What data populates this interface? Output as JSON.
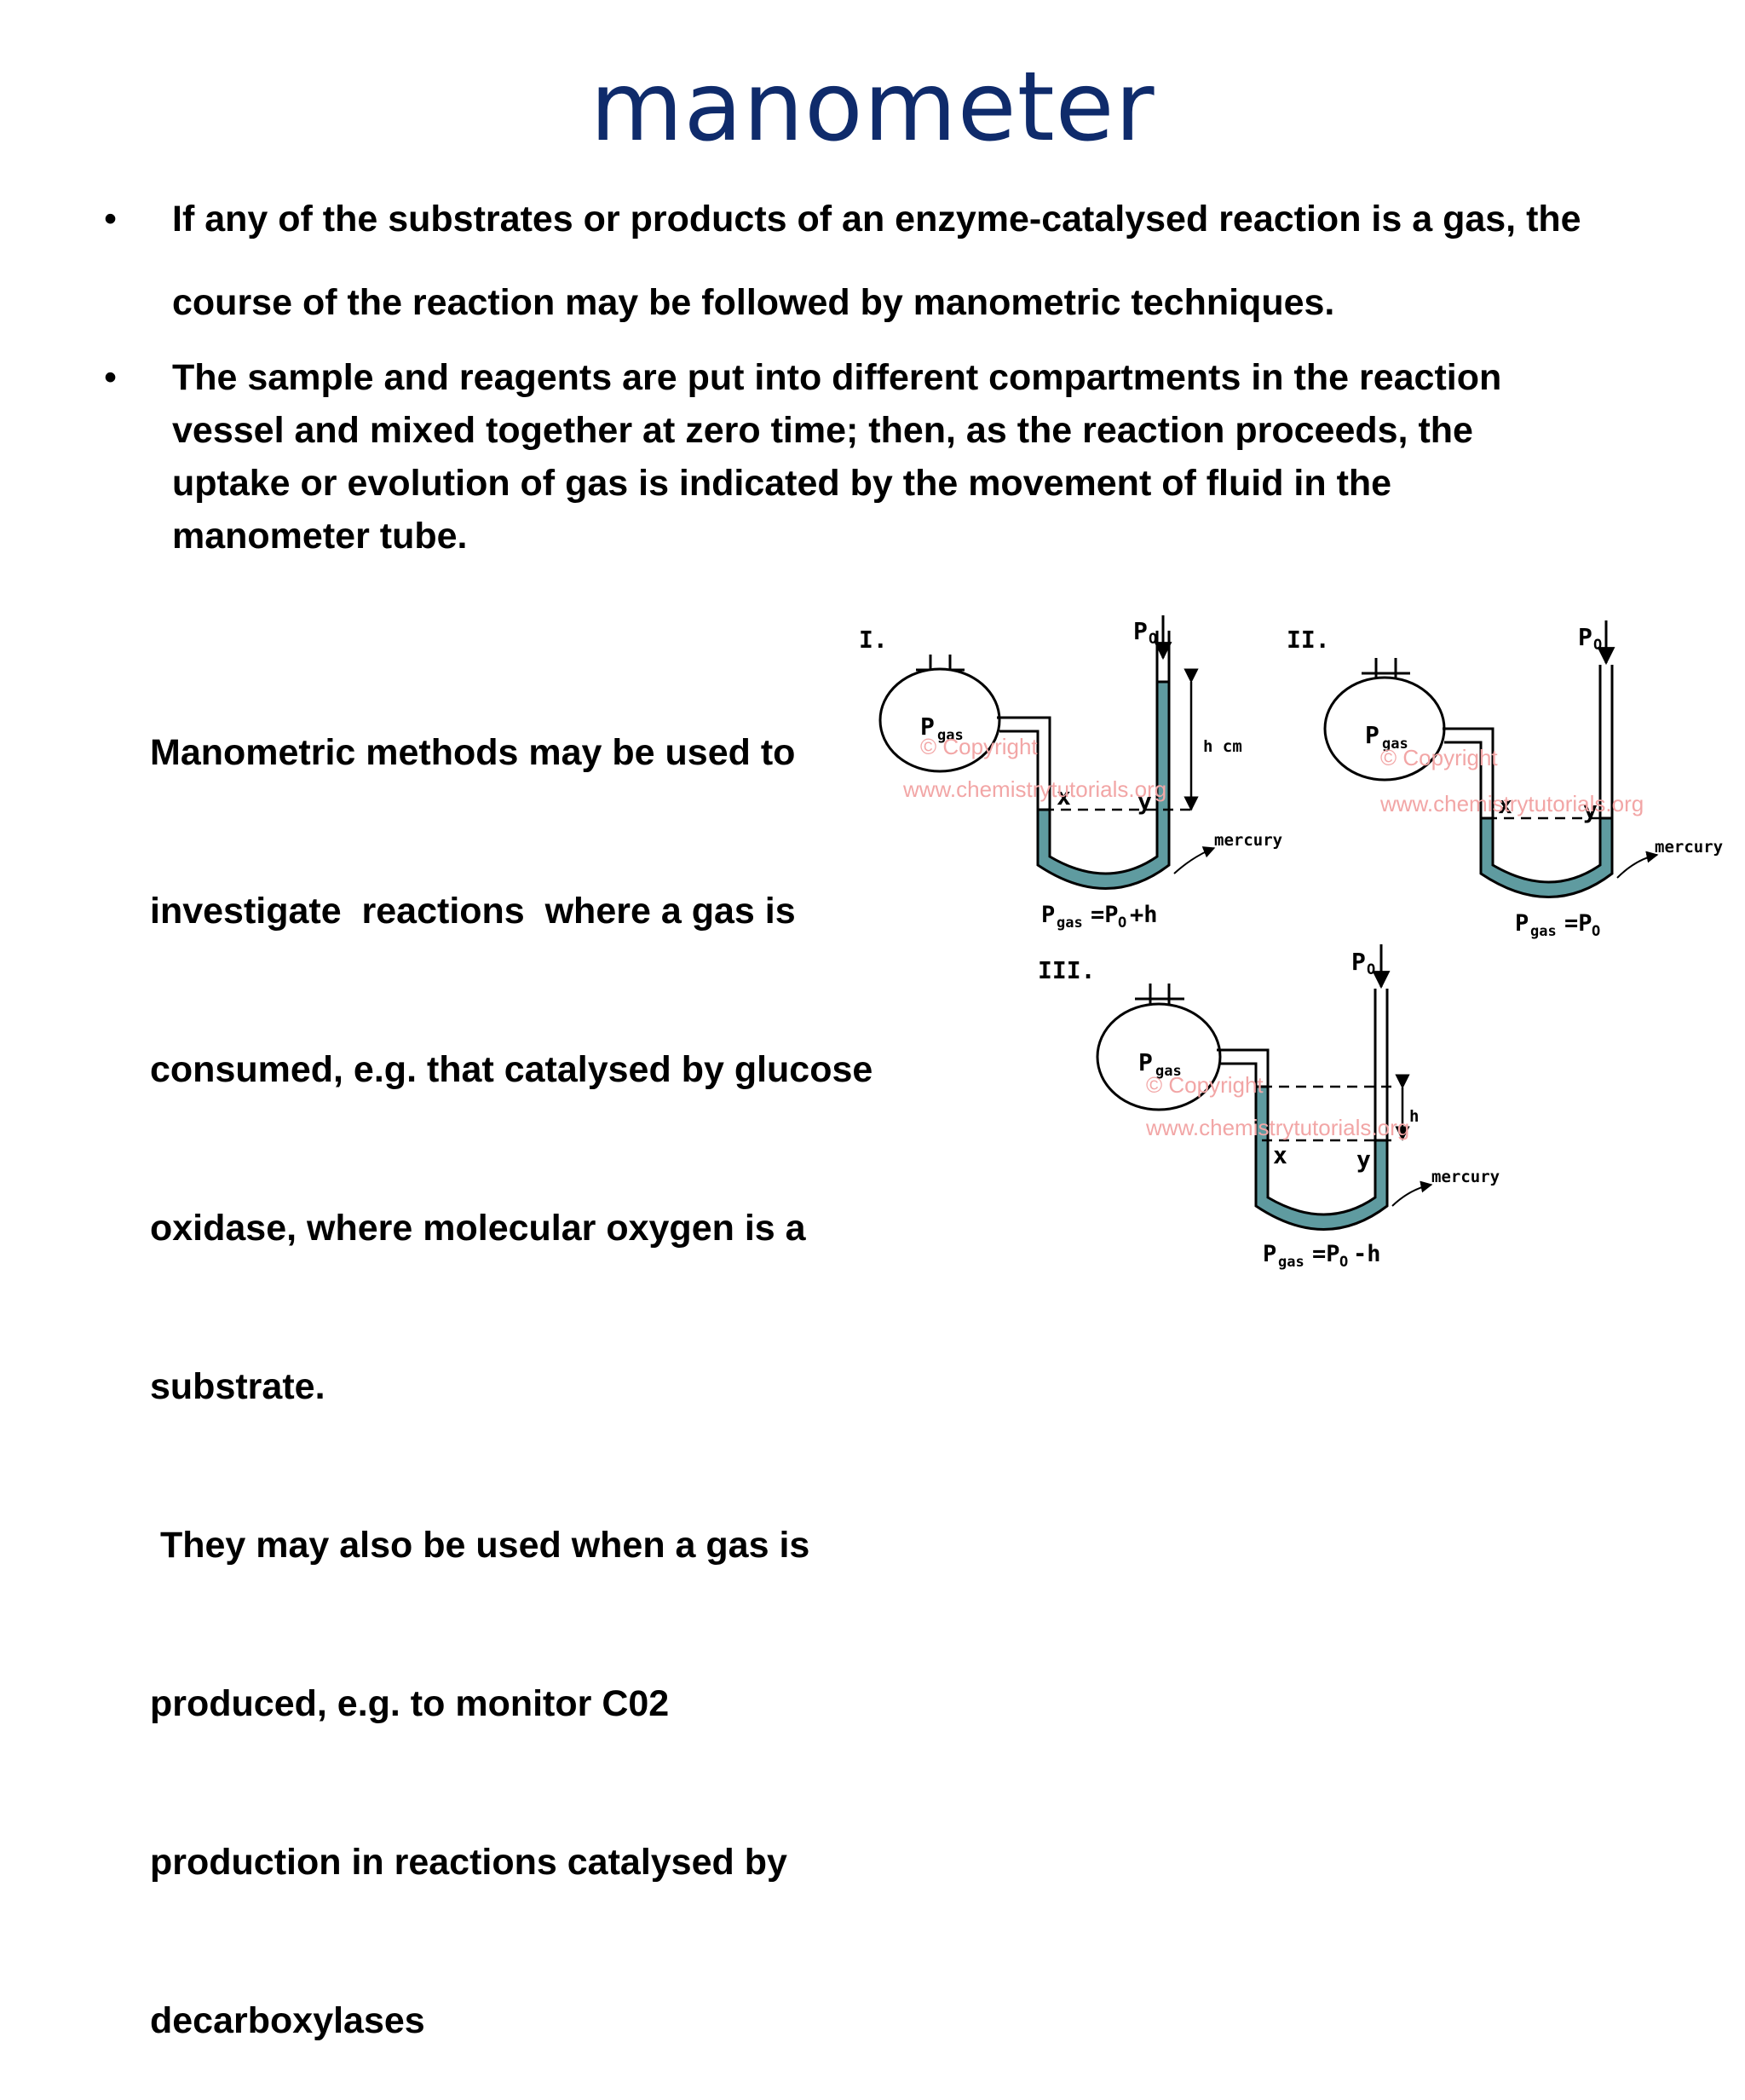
{
  "title": "manometer",
  "bullets": [
    {
      "line1": "If any of the substrates or products of an enzyme-catalysed reaction is a gas, the",
      "line2": "course of the reaction may be followed by manometric techniques."
    },
    {
      "lines": [
        "The sample and reagents are put into different compartments in the reaction",
        "vessel and mixed together at zero time; then, as the reaction proceeds, the",
        "uptake or evolution of gas is indicated by the movement of fluid in the",
        "manometer tube."
      ]
    }
  ],
  "side_text": [
    "Manometric methods may be used to",
    "investigate  reactions  where a gas is",
    "consumed, e.g. that catalysed by glucose",
    "oxidase, where molecular oxygen is a",
    "substrate.",
    " They may also be used when a gas is",
    "produced, e.g. to monitor C02",
    "production in reactions catalysed by",
    "decarboxylases"
  ],
  "diagram": {
    "fluid_color": "#5f9ba0",
    "watermark_color": "#f2a6a6",
    "watermark_line1": "© Copyright",
    "watermark_line2": "www.chemistrytutorials.org",
    "panels": [
      {
        "numeral": "I.",
        "gas": "P",
        "gas_sub": "gas",
        "atm": "P",
        "atm_sub": "O",
        "x": "x",
        "y": "y",
        "h_label": "h cm",
        "fluid": "mercury",
        "eq_p": "P",
        "eq_sub": "gas",
        "eq_rest": "=P",
        "eq_sub2": "O",
        "eq_tail": "+h"
      },
      {
        "numeral": "II.",
        "gas": "P",
        "gas_sub": "gas",
        "atm": "P",
        "atm_sub": "O",
        "x": "x",
        "y": "y",
        "fluid": "mercury",
        "eq_p": "P",
        "eq_sub": "gas",
        "eq_rest": "=P",
        "eq_sub2": "O",
        "eq_tail": ""
      },
      {
        "numeral": "III.",
        "gas": "P",
        "gas_sub": "gas",
        "atm": "P",
        "atm_sub": "O",
        "x": "x",
        "y": "y",
        "h_label": "h",
        "fluid": "mercury",
        "eq_p": "P",
        "eq_sub": "gas",
        "eq_rest": "=P",
        "eq_sub2": "O",
        "eq_tail": "-h"
      }
    ]
  }
}
